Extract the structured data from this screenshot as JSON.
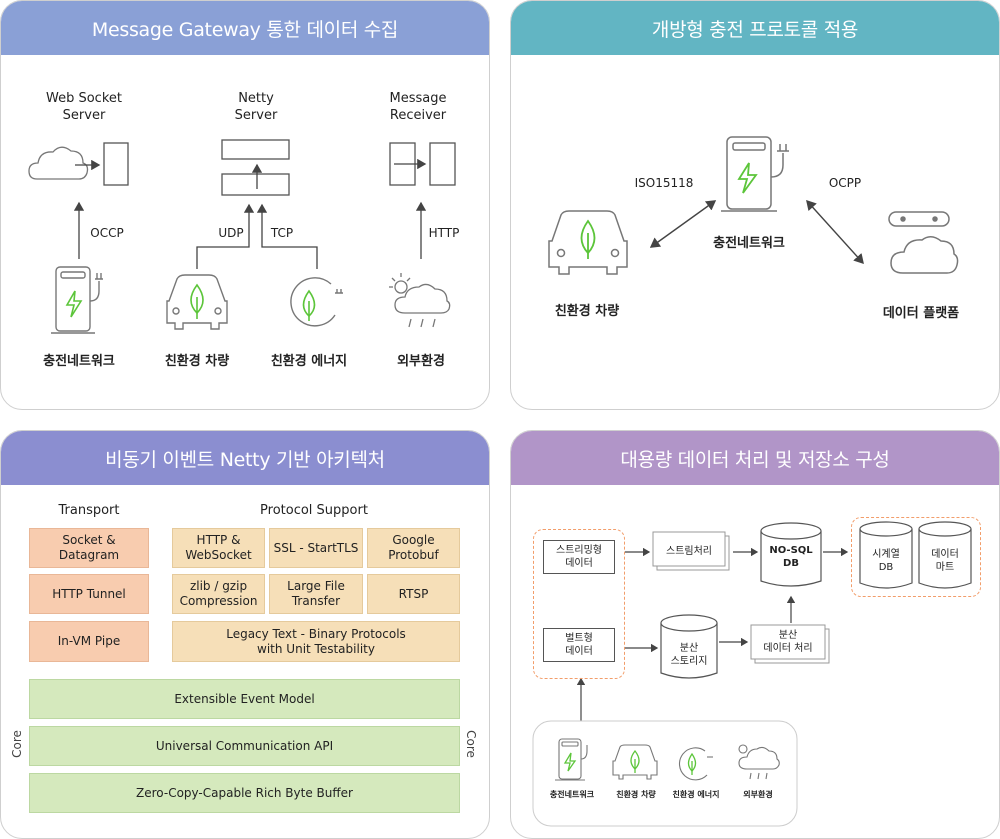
{
  "colors": {
    "panel1_header": "#8aa0d6",
    "panel2_header": "#62b5c3",
    "panel3_header": "#8b8ed0",
    "panel4_header": "#b195c8",
    "accent_green": "#5cc53a",
    "icon_gray": "#888888"
  },
  "panel1": {
    "title": "Message Gateway 통한 데이터 수집",
    "servers": {
      "websocket": "Web Socket\nServer",
      "netty": "Netty\nServer",
      "receiver": "Message\nReceiver"
    },
    "protocols": {
      "occp": "OCCP",
      "udp": "UDP",
      "tcp": "TCP",
      "http": "HTTP"
    },
    "sources": {
      "charging": "충전네트워크",
      "vehicle": "친환경 차량",
      "energy": "친환경 에너지",
      "environment": "외부환경"
    }
  },
  "panel2": {
    "title": "개방형 충전 프로토콜 적용",
    "iso": "ISO15118",
    "ocpp": "OCPP",
    "charging": "충전네트워크",
    "vehicle": "친환경 차량",
    "platform": "데이터 플랫폼"
  },
  "panel3": {
    "title": "비동기 이벤트 Netty 기반 아키텍처",
    "transport_header": "Transport",
    "protocol_header": "Protocol Support",
    "transport": [
      "Socket &\nDatagram",
      "HTTP Tunnel",
      "In-VM Pipe"
    ],
    "protocols": [
      "HTTP &\nWebSocket",
      "SSL - StartTLS",
      "Google\nProtobuf",
      "zlib / gzip\nCompression",
      "Large File\nTransfer",
      "RTSP"
    ],
    "legacy": "Legacy Text - Binary Protocols\nwith Unit Testability",
    "core": [
      "Extensible Event Model",
      "Universal Communication API",
      "Zero-Copy-Capable Rich Byte Buffer"
    ],
    "core_label": "Core"
  },
  "panel4": {
    "title": "대용량 데이터 처리 및 저장소 구성",
    "streaming_data": "스트리밍형\n데이터",
    "stream_processing": "스트림처리",
    "nosql": "NO-SQL\nDB",
    "timeseries": "시계열\nDB",
    "datamart": "데이터\n마트",
    "bulk_data": "벌트형\n데이터",
    "distributed_storage": "분산\n스토리지",
    "distributed_processing": "분산\n데이터 처리",
    "sources": [
      "충전네트워크",
      "친환경 차량",
      "친환경 에너지",
      "외부환경"
    ]
  }
}
